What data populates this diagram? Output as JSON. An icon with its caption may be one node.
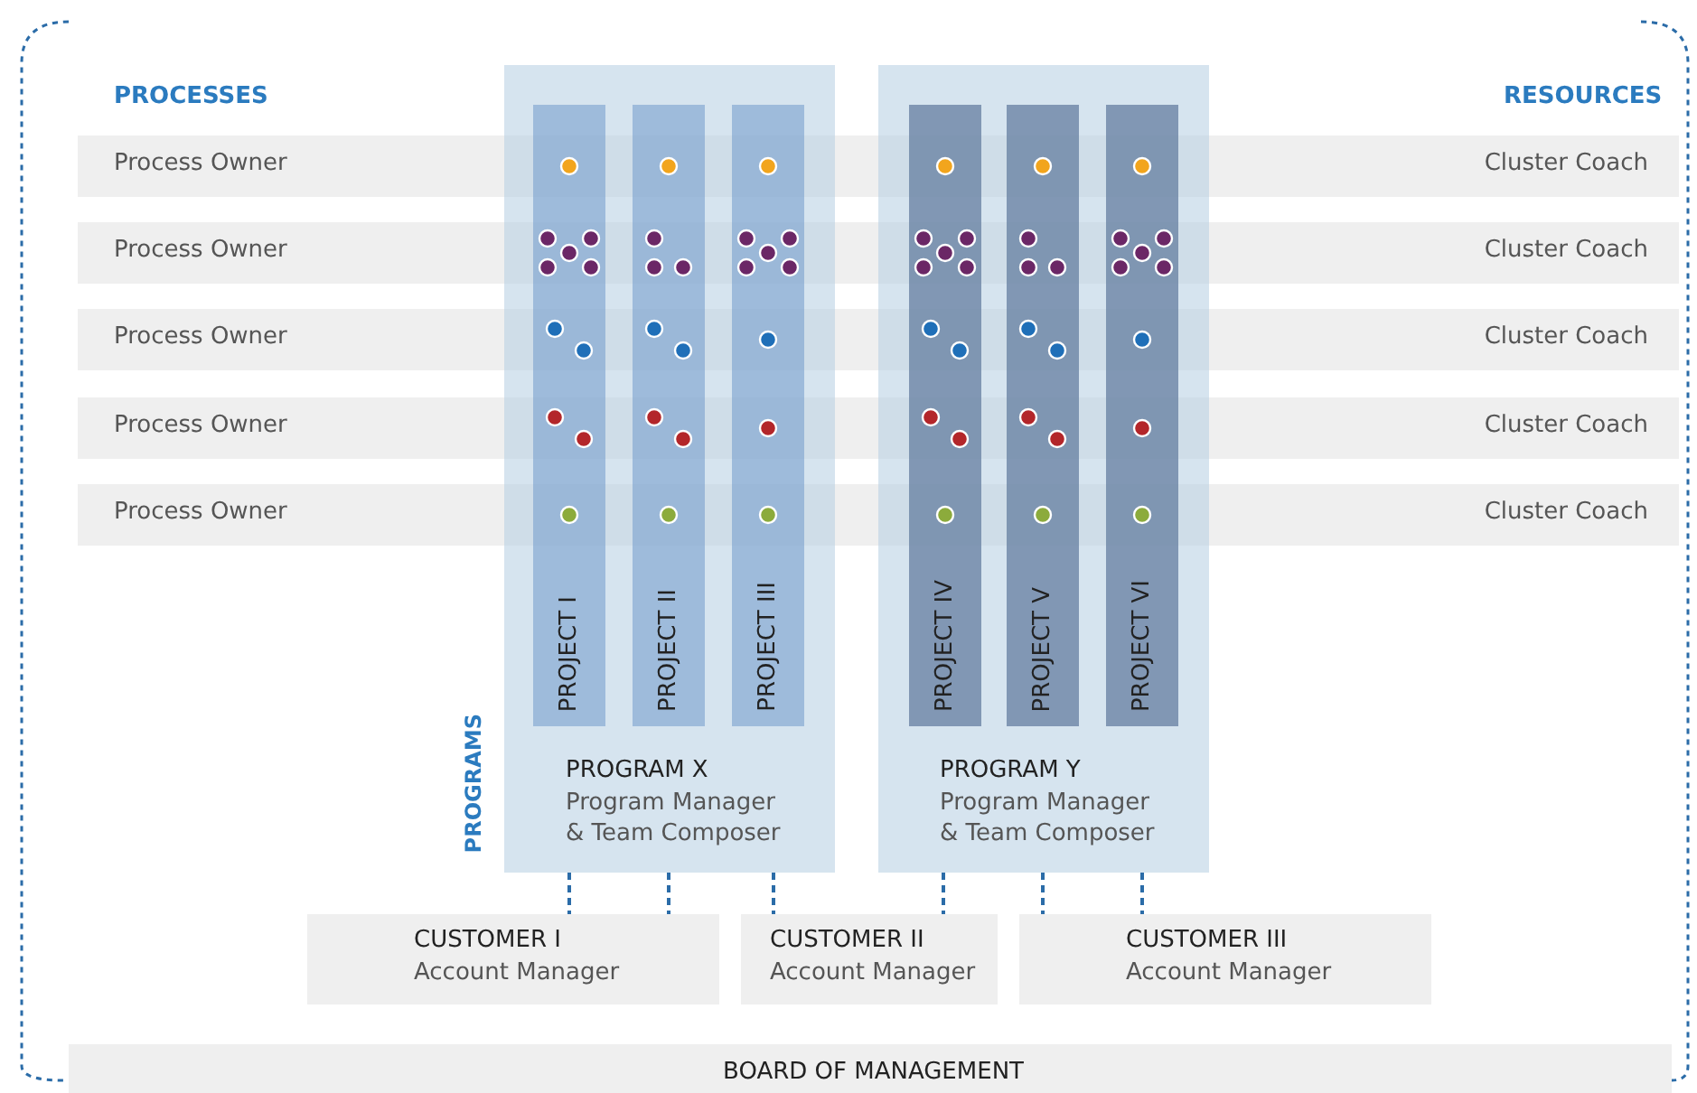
{
  "diagram": {
    "nodes": [
      {
        "text": [
          "PROGRAM X",
          "Program Manager & Team Composer"
        ]
      },
      {
        "text": [
          "PROJECT I"
        ],
        "in": 0
      },
      {
        "text": [
          "PROJECT II"
        ],
        "in": 0
      },
      {
        "text": [
          "PROJECT III"
        ],
        "in": 0
      },
      {
        "text": [
          "PROGRAM Y",
          "Program Manager & Team Composer"
        ]
      },
      {
        "text": [
          "PROJECT IV"
        ],
        "in": 4
      },
      {
        "text": [
          "PROJECT V"
        ],
        "in": 4
      },
      {
        "text": [
          "PROJECT VI"
        ],
        "in": 4
      },
      {
        "text": [
          "Process Owner",
          "Cluster Coach"
        ]
      },
      {
        "text": [
          "Process Owner",
          "Cluster Coach"
        ]
      },
      {
        "text": [
          "Process Owner",
          "Cluster Coach"
        ]
      },
      {
        "text": [
          "Process Owner",
          "Cluster Coach"
        ]
      },
      {
        "text": [
          "Process Owner",
          "Cluster Coach"
        ]
      },
      {
        "text": [
          "CUSTOMER I",
          "Account Manager"
        ]
      },
      {
        "text": [
          "CUSTOMER II",
          "Account Manager"
        ]
      },
      {
        "text": [
          "CUSTOMER III",
          "Account Manager"
        ]
      },
      {
        "text": [
          "BOARD OF MANAGEMENT"
        ]
      }
    ],
    "edges": [
      {
        "from": 0,
        "to": 13,
        "arrow": "none",
        "style": "dashed"
      },
      {
        "from": 0,
        "to": 13,
        "arrow": "none",
        "style": "dashed"
      },
      {
        "from": 0,
        "to": 14,
        "arrow": "none",
        "style": "dashed"
      },
      {
        "from": 4,
        "to": 14,
        "arrow": "none",
        "style": "dashed"
      },
      {
        "from": 4,
        "to": 15,
        "arrow": "none",
        "style": "dashed"
      },
      {
        "from": 4,
        "to": 15,
        "arrow": "none",
        "style": "dashed"
      }
    ],
    "labels": [
      "PROCESSES",
      "RESOURCES",
      "PROGRAMS"
    ]
  }
}
